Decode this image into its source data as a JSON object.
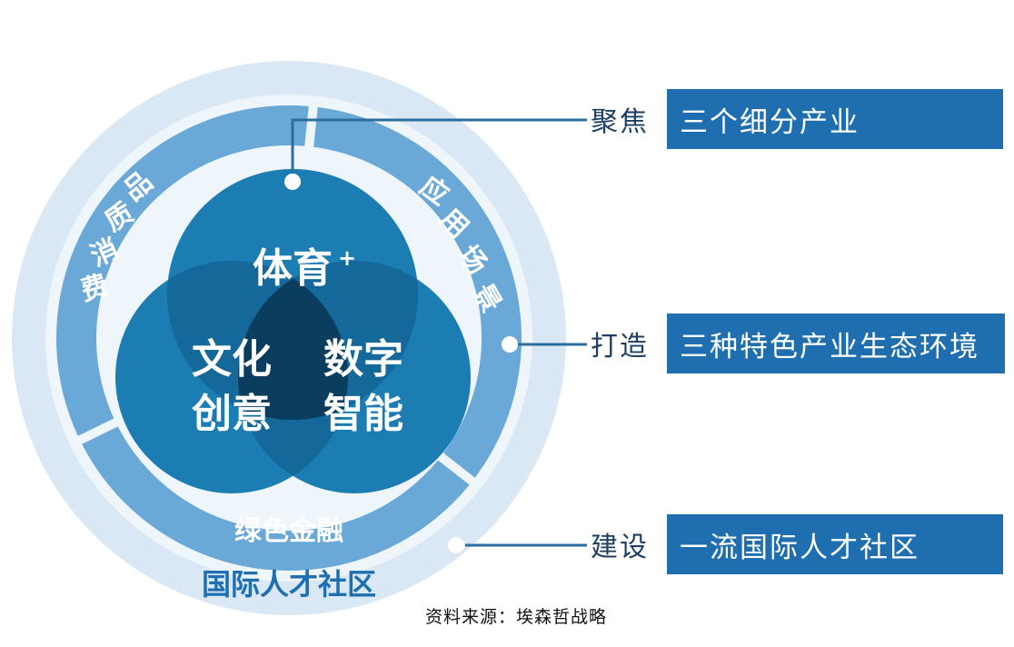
{
  "diagram": {
    "outer_label": "国际人才社区",
    "ring_labels": {
      "left": [
        "品",
        "质",
        "消",
        "费"
      ],
      "right": [
        "应",
        "用",
        "场",
        "景"
      ],
      "bottom": "绿色金融"
    },
    "circles": {
      "top": [
        "体育",
        "+"
      ],
      "left": [
        "文化",
        "创意"
      ],
      "right": [
        "数字",
        "智能"
      ]
    }
  },
  "items": [
    {
      "verb": "聚焦",
      "text": "三个细分产业"
    },
    {
      "verb": "打造",
      "text": "三种特色产业生态环境"
    },
    {
      "verb": "建设",
      "text": "一流国际人才社区"
    }
  ],
  "source": "资料来源：埃森哲战略",
  "colors": {
    "outer_ring": "#d9e8f4",
    "middle_ring": "#6aa8d8",
    "circle_fill": "#1b7db1",
    "overlap": "#0f5a85",
    "center": "#0a3d5e",
    "box": "#1f6fb0",
    "connector": "#2b6e9e"
  }
}
